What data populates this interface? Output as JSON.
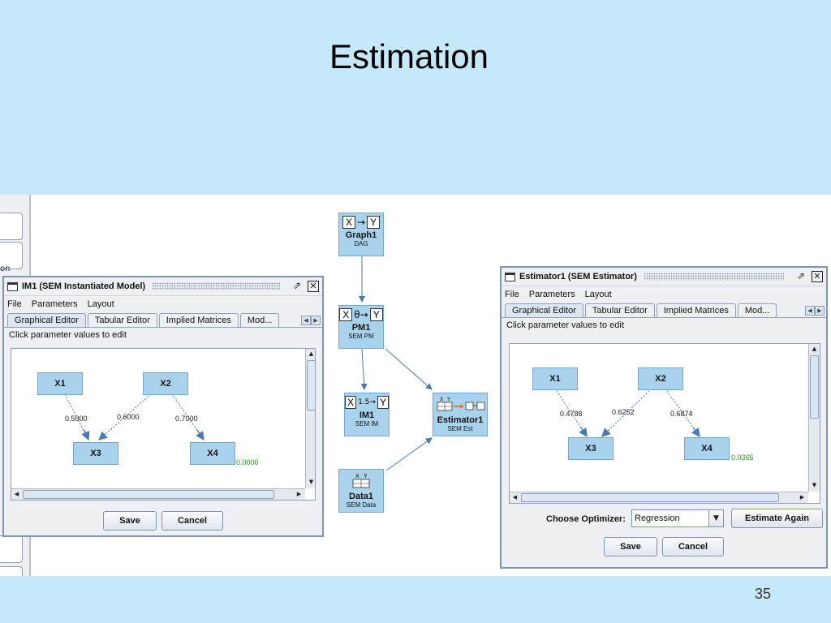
{
  "slide": {
    "title": "Estimation",
    "number": "35"
  },
  "left_strip": {
    "fragment": "on"
  },
  "flow": {
    "graph1": {
      "glyph_left": "X",
      "glyph_right": "Y",
      "glyph_arrow": "→",
      "name": "Graph1",
      "sub": "DAG"
    },
    "pm1": {
      "glyph_left": "X",
      "glyph_right": "Y",
      "glyph_arrow": "θ→",
      "name": "PM1",
      "sub": "SEM PM"
    },
    "im1": {
      "glyph_left": "X",
      "glyph_right": "Y",
      "glyph_arrow": "1.5→",
      "name": "IM1",
      "sub": "SEM IM"
    },
    "data1": {
      "name": "Data1",
      "sub": "SEM Data"
    },
    "estimator1": {
      "name": "Estimator1",
      "sub": "SEM Est"
    }
  },
  "im_window": {
    "title": "IM1 (SEM Instantiated Model)",
    "menu": [
      "File",
      "Parameters",
      "Layout"
    ],
    "tabs": [
      "Graphical Editor",
      "Tabular Editor",
      "Implied Matrices",
      "Mod..."
    ],
    "active_tab": "Graphical Editor",
    "group_label": "Click parameter values to edit",
    "nodes": [
      "X1",
      "X2",
      "X3",
      "X4"
    ],
    "edges": [
      {
        "from": "X1",
        "to": "X3",
        "value": "0.5000"
      },
      {
        "from": "X2",
        "to": "X3",
        "value": "0.6000"
      },
      {
        "from": "X2",
        "to": "X4",
        "value": "0.7000"
      }
    ],
    "error_variance": "0.0000",
    "buttons": {
      "save": "Save",
      "cancel": "Cancel"
    }
  },
  "est_window": {
    "title": "Estimator1 (SEM Estimator)",
    "menu": [
      "File",
      "Parameters",
      "Layout"
    ],
    "tabs": [
      "Graphical Editor",
      "Tabular Editor",
      "Implied Matrices",
      "Mod..."
    ],
    "active_tab": "Graphical Editor",
    "group_label": "Click parameter values to edit",
    "nodes": [
      "X1",
      "X2",
      "X3",
      "X4"
    ],
    "edges": [
      {
        "from": "X1",
        "to": "X3",
        "value": "0.4788"
      },
      {
        "from": "X2",
        "to": "X3",
        "value": "0.6252"
      },
      {
        "from": "X2",
        "to": "X4",
        "value": "0.6874"
      }
    ],
    "error_variance": "0.0365",
    "optimizer_label": "Choose Optimizer:",
    "optimizer_value": "Regression",
    "estimate_again": "Estimate Again",
    "buttons": {
      "save": "Save",
      "cancel": "Cancel"
    }
  },
  "colors": {
    "background": "#c6e8fb",
    "node_fill": "#a9d3ec",
    "variance_text": "#1aa51a"
  }
}
